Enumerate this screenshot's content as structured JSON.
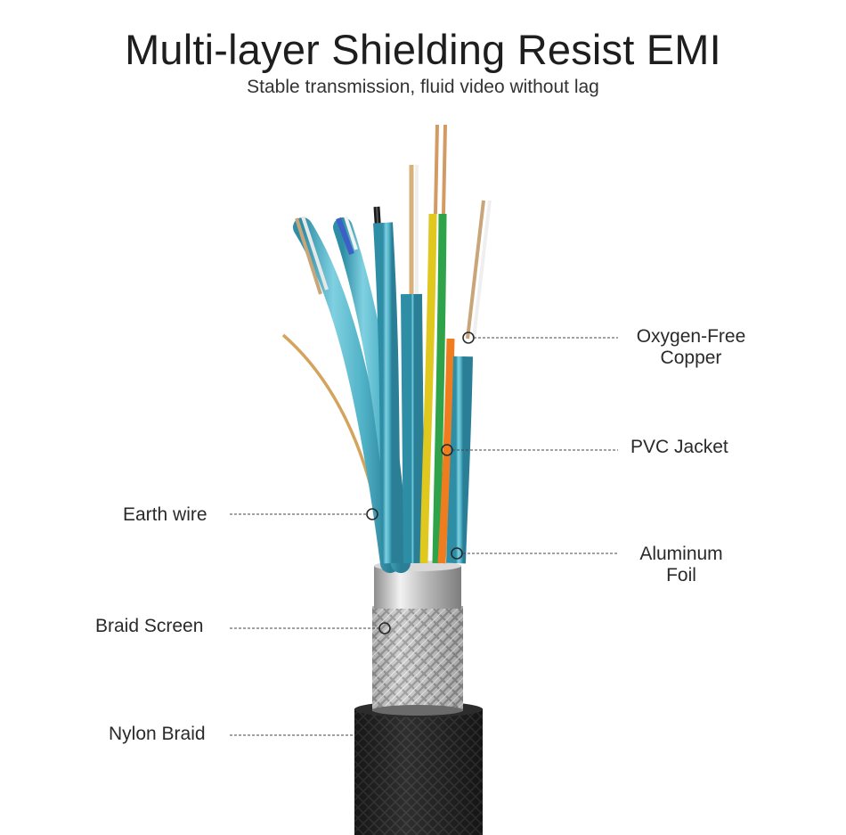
{
  "header": {
    "title": "Multi-layer Shielding Resist EMI",
    "subtitle": "Stable transmission, fluid video without lag"
  },
  "labels": {
    "oxygen_free_line1": "Oxygen-Free",
    "oxygen_free_line2": "Copper",
    "pvc_jacket": "PVC Jacket",
    "earth_wire": "Earth wire",
    "aluminum_foil_line1": "Aluminum",
    "aluminum_foil_line2": "Foil",
    "braid_screen": "Braid Screen",
    "nylon_braid": "Nylon Braid"
  },
  "colors": {
    "shielded_pair_blue": "#4fb1c6",
    "copper": "#c98a4a",
    "aluminum": "#c9c9c9",
    "nylon": "#1b1b1b"
  }
}
